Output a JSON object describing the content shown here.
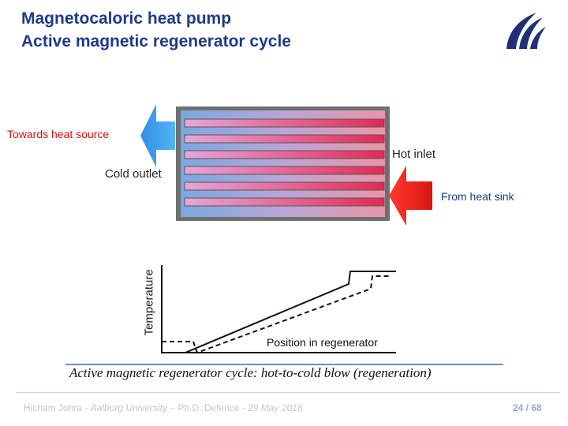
{
  "title": {
    "line1": "Magnetocaloric heat pump",
    "line2": "Active magnetic regenerator cycle"
  },
  "logo": {
    "icon": "aalborg-university-logo-icon",
    "color": "#1f2f78"
  },
  "diagram": {
    "towards_heat_source": "Towards heat source",
    "cold_outlet": "Cold outlet",
    "hot_inlet": "Hot inlet",
    "from_heat_sink": "From heat sink",
    "colors": {
      "cold": "#3d9bf0",
      "hot": "#e8221c",
      "plate_hot": "#e22a55"
    }
  },
  "graph": {
    "ylabel": "Temperature",
    "xlabel": "Position in regenerator"
  },
  "caption": "Active magnetic regenerator cycle: hot-to-cold blow (regeneration)",
  "footer": {
    "author": "Hicham Johra - ",
    "affiliation": "Aalborg University",
    "rest": " – Ph.D. Defence - ",
    "date": "29 May 2018",
    "page": "24 / 68"
  }
}
